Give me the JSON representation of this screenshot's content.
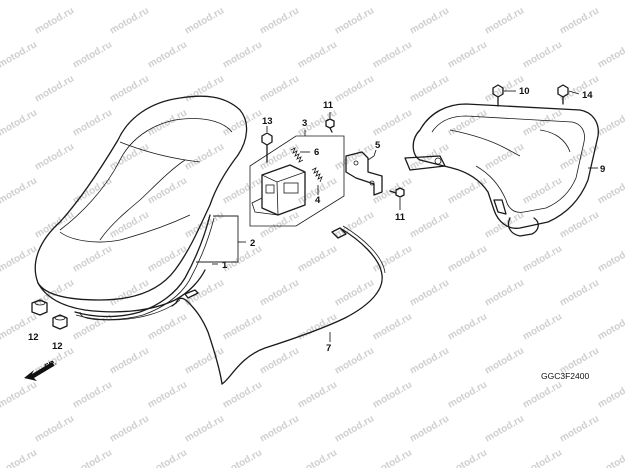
{
  "watermark": "motod.ru",
  "diagram_code": "GGC3F2400",
  "front_arrow_label": "FR.",
  "callouts": {
    "c1": "1",
    "c2": "2",
    "c3": "3",
    "c4": "4",
    "c5": "5",
    "c6": "6",
    "c7": "7",
    "c9": "9",
    "c10": "10",
    "c11a": "11",
    "c11b": "11",
    "c12a": "12",
    "c12b": "12",
    "c13": "13",
    "c14": "14"
  }
}
